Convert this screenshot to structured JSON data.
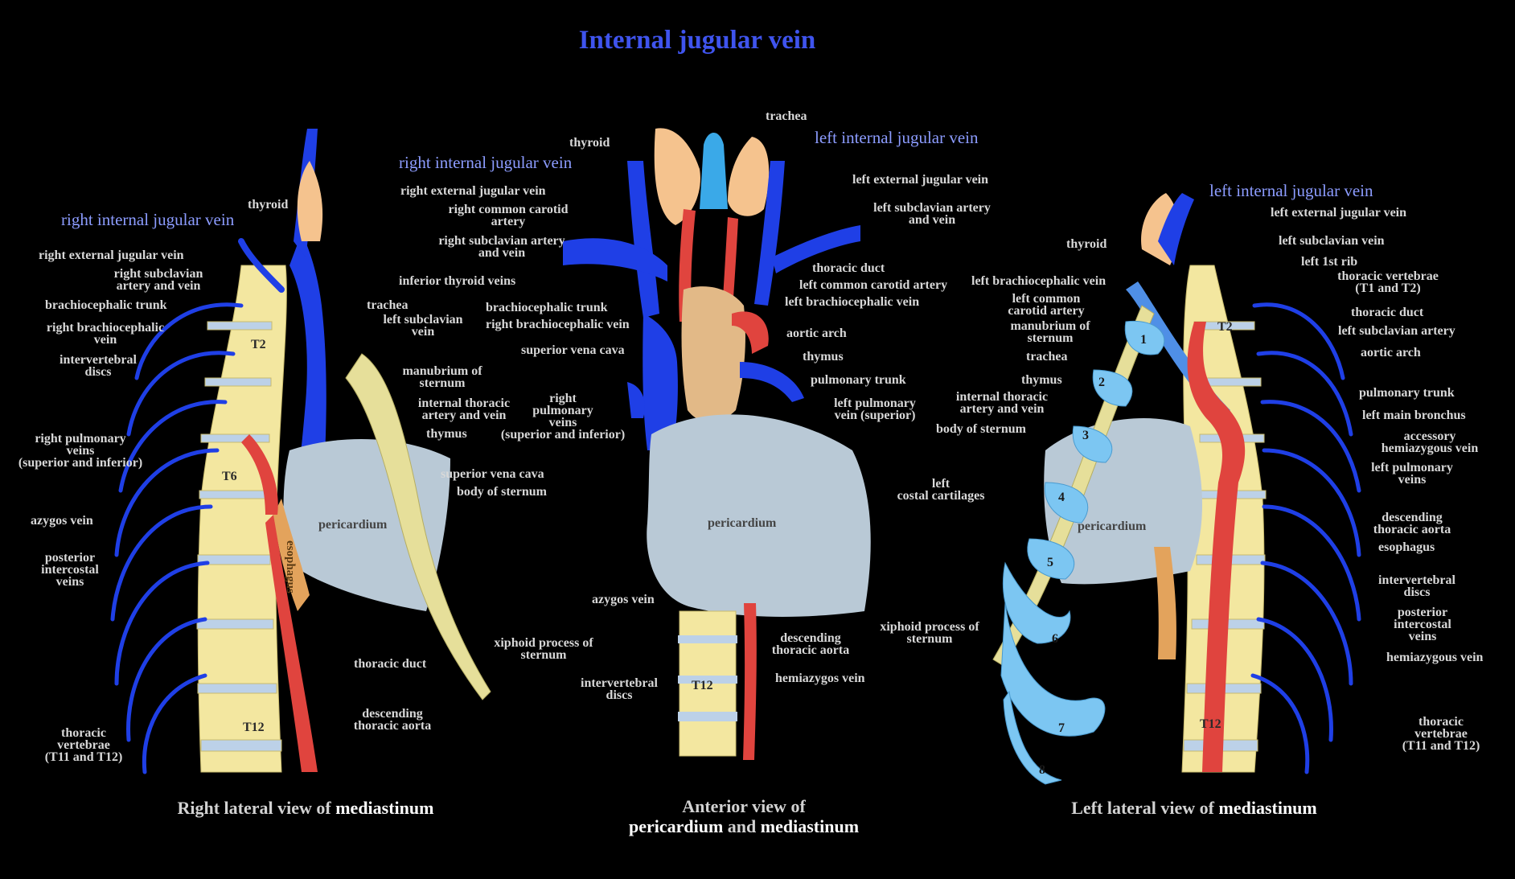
{
  "title": "Internal jugular vein",
  "captions": {
    "right": {
      "pre": "Right lateral view of ",
      "bold": "mediastinum"
    },
    "anterior": {
      "line1": "Anterior view of",
      "a": "pericardium",
      "mid": " and ",
      "b": "mediastinum"
    },
    "left": {
      "pre": "Left lateral view of ",
      "bold": "mediastinum"
    }
  },
  "right_view": {
    "highlight": "right internal jugular vein",
    "thyroid": "thyroid",
    "right_external_jugular_vein": "right external jugular vein",
    "right_subclavian_1": "right subclavian",
    "right_subclavian_2": "artery and vein",
    "brachiocephalic_trunk": "brachiocephalic trunk",
    "right_brachiocephalic_1": "right brachiocephalic",
    "right_brachiocephalic_2": "vein",
    "intervertebral_1": "intervertebral",
    "intervertebral_2": "discs",
    "right_pulmonary_1": "right pulmonary",
    "right_pulmonary_2": "veins",
    "right_pulmonary_3": "(superior and inferior)",
    "azygos_vein": "azygos vein",
    "posterior_1": "posterior",
    "posterior_2": "intercostal",
    "posterior_3": "veins",
    "thoracic_vert_1": "thoracic",
    "thoracic_vert_2": "vertebrae",
    "thoracic_vert_3": "(T11 and T12)",
    "inferior_thyroid_veins": "inferior thyroid veins",
    "trachea": "trachea",
    "left_subclavian_1": "left subclavian",
    "left_subclavian_2": "vein",
    "manubrium_1": "manubrium of",
    "manubrium_2": "sternum",
    "internal_thoracic_1": "internal thoracic",
    "internal_thoracic_2": "artery and vein",
    "thymus": "thymus",
    "superior_vena_cava": "superior vena cava",
    "body_of_sternum": "body of sternum",
    "pericardium": "pericardium",
    "esophagus": "esophagus",
    "xiphoid_1": "xiphoid process of",
    "xiphoid_2": "sternum",
    "thoracic_duct": "thoracic duct",
    "descending_1": "descending",
    "descending_2": "thoracic aorta",
    "t2": "T2",
    "t6": "T6",
    "t12": "T12"
  },
  "anterior_view": {
    "highlight_right": "right internal jugular vein",
    "highlight_left": "left internal jugular vein",
    "trachea": "trachea",
    "thyroid": "thyroid",
    "right_external_jugular_vein": "right external jugular vein",
    "right_common_carotid_1": "right common carotid",
    "right_common_carotid_2": "artery",
    "right_subclavian_1": "right subclavian artery",
    "right_subclavian_2": "and vein",
    "brachiocephalic_trunk": "brachiocephalic trunk",
    "right_brachiocephalic_vein": "right brachiocephalic vein",
    "superior_vena_cava": "superior vena cava",
    "right_pulmonary_1": "right",
    "right_pulmonary_2": "pulmonary",
    "right_pulmonary_3": "veins",
    "right_pulmonary_4": "(superior and inferior)",
    "left_external_jugular_vein": "left external jugular vein",
    "left_subclavian_1": "left subclavian artery",
    "left_subclavian_2": "and vein",
    "thoracic_duct": "thoracic duct",
    "left_common_carotid_artery": "left common carotid artery",
    "left_brachiocephalic_vein": "left brachiocephalic vein",
    "aortic_arch": "aortic arch",
    "thymus": "thymus",
    "pulmonary_trunk": "pulmonary trunk",
    "left_pulmonary_1": "left pulmonary",
    "left_pulmonary_2": "vein (superior)",
    "pericardium": "pericardium",
    "azygos_vein": "azygos vein",
    "descending_1": "descending",
    "descending_2": "thoracic aorta",
    "hemiazygos_vein": "hemiazygos vein",
    "intervertebral_1": "intervertebral",
    "intervertebral_2": "discs",
    "t12": "T12"
  },
  "left_view": {
    "highlight": "left internal jugular vein",
    "thyroid": "thyroid",
    "left_external_jugular_vein": "left external jugular vein",
    "left_subclavian_vein": "left subclavian vein",
    "left_1st_rib": "left 1st rib",
    "thoracic_vert_1": "thoracic vertebrae",
    "thoracic_vert_2": "(T1 and T2)",
    "thoracic_duct": "thoracic duct",
    "left_subclavian_artery": "left subclavian artery",
    "aortic_arch": "aortic arch",
    "pulmonary_trunk": "pulmonary trunk",
    "left_main_bronchus": "left main bronchus",
    "accessory_1": "accessory",
    "accessory_2": "hemiazygous vein",
    "left_pulmonary_1": "left pulmonary",
    "left_pulmonary_2": "veins",
    "descending_1": "descending",
    "descending_2": "thoracic aorta",
    "esophagus": "esophagus",
    "intervertebral_1": "intervertebral",
    "intervertebral_2": "discs",
    "posterior_1": "posterior",
    "posterior_2": "intercostal",
    "posterior_3": "veins",
    "hemiazygous_vein": "hemiazygous vein",
    "thoracic_t11_1": "thoracic",
    "thoracic_t11_2": "vertebrae",
    "thoracic_t11_3": "(T11 and T12)",
    "left_brachiocephalic_vein": "left brachiocephalic vein",
    "left_common_1": "left common",
    "left_common_2": "carotid artery",
    "manubrium_1": "manubrium of",
    "manubrium_2": "sternum",
    "trachea": "trachea",
    "thymus": "thymus",
    "internal_thoracic_1": "internal thoracic",
    "internal_thoracic_2": "artery and vein",
    "body_of_sternum": "body of sternum",
    "costal_1": "left",
    "costal_2": "costal cartilages",
    "xiphoid_1": "xiphoid process of",
    "xiphoid_2": "sternum",
    "pericardium": "pericardium",
    "t2": "T2",
    "t12": "T12",
    "costal_numbers": [
      "1",
      "2",
      "3",
      "4",
      "5",
      "6",
      "7",
      "8"
    ]
  },
  "colors": {
    "background": "#000000",
    "title": "#3f54ee",
    "highlight_label": "#8c9cff",
    "label": "#d8d8d8",
    "vein": "#1f3fe6",
    "artery": "#e0443e",
    "bone": "#f3e7a0",
    "pericardium": "#b9c9d6",
    "thyroid": "#f5c38e",
    "cartilage": "#7cc6f2",
    "esophagus": "#e3a35c"
  }
}
